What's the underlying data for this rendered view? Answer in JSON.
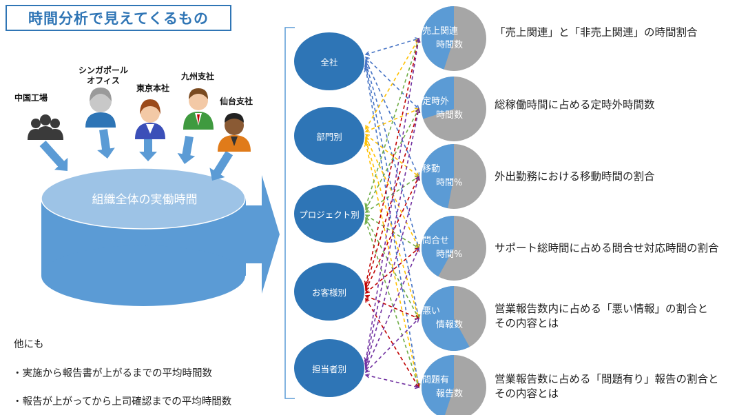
{
  "title": "時間分析で見えてくるもの",
  "locations": [
    {
      "label": "中国工場"
    },
    {
      "label": "シンガポール\nオフィス"
    },
    {
      "label": "東京本社"
    },
    {
      "label": "九州支社"
    },
    {
      "label": "仙台支社"
    }
  ],
  "cylinder_label": "組織全体の実働時間",
  "nodes": [
    "全社",
    "部門別",
    "プロジェクト別",
    "お客様別",
    "担当者別"
  ],
  "metrics": [
    {
      "pie_label": [
        "売上関連",
        "時間数"
      ],
      "description": [
        "「売上関連」と「非売上関連」の時間割合"
      ],
      "fraction": 0.45
    },
    {
      "pie_label": [
        "定時外",
        "時間数"
      ],
      "description": [
        "総稼働時間に占める定時外時間数"
      ],
      "fraction": 0.3
    },
    {
      "pie_label": [
        "移動",
        "時間%"
      ],
      "description": [
        "外出勤務における移動時間の割合"
      ],
      "fraction": 0.47
    },
    {
      "pie_label": [
        "問合せ",
        "時間%"
      ],
      "description": [
        "サポート総時間に占める問合せ対応時間の割合"
      ],
      "fraction": 0.42
    },
    {
      "pie_label": [
        "悪い",
        "情報数"
      ],
      "description": [
        "営業報告数内に占める「悪い情報」の割合と",
        "その内容とは"
      ],
      "fraction": 0.58
    },
    {
      "pie_label": [
        "問題有",
        "報告数"
      ],
      "description": [
        "営業報告数に占める「問題有り」報告の割合と",
        "その内容とは"
      ],
      "fraction": 0.45
    }
  ],
  "notes": {
    "heading": "他にも",
    "items": [
      "・実施から報告書が上がるまでの平均時間数",
      "・報告が上がってから上司確認までの平均時間数"
    ]
  },
  "colors": {
    "title_blue": "#2f75b5",
    "node_blue": "#2e75b6",
    "pie_blue": "#5b9bd5",
    "pie_gray": "#a6a6a6",
    "cylinder_side": "#5b9bd5",
    "cylinder_top": "#9dc3e6",
    "arrow_blue": "#5b9bd5",
    "line_colors": [
      "#4472c4",
      "#ffc000",
      "#70ad47",
      "#c00000",
      "#7030a0"
    ]
  }
}
